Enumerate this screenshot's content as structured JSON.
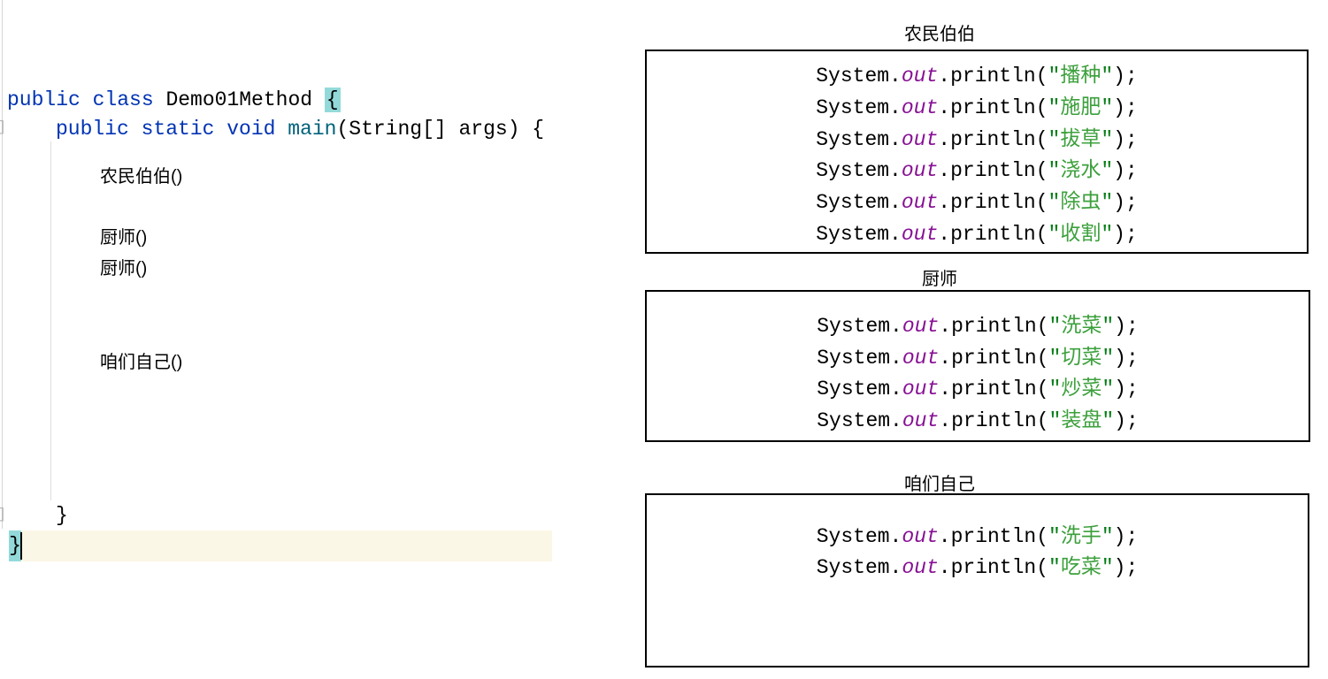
{
  "colors": {
    "keyword": "#0033b3",
    "method_decl": "#00627a",
    "static_field": "#871094",
    "string": "#067d17",
    "string_cjk": "#3ca03c",
    "plain": "#000000",
    "brace_match_bg": "#93d9d9",
    "caret_row_bg": "#fbf7e6",
    "box_border": "#000000"
  },
  "editor": {
    "fold_marker_glyph": "]",
    "lines": [
      {
        "tokens": [
          {
            "t": "public class ",
            "c": "kw"
          },
          {
            "t": "Demo01Method ",
            "c": "plain"
          },
          {
            "t": "{",
            "c": "plain brace-hl"
          }
        ]
      },
      {
        "tokens": [
          {
            "t": "public static void ",
            "c": "kw"
          },
          {
            "t": "main",
            "c": "method"
          },
          {
            "t": "(String[] args) {",
            "c": "plain"
          }
        ]
      },
      {
        "tokens": [
          {
            "t": "农民伯伯()",
            "c": "plain"
          }
        ]
      },
      {
        "tokens": [
          {
            "t": "厨师()",
            "c": "plain"
          }
        ]
      },
      {
        "tokens": [
          {
            "t": "厨师()",
            "c": "plain"
          }
        ]
      },
      {
        "tokens": [
          {
            "t": "咱们自己()",
            "c": "plain"
          }
        ]
      },
      {
        "tokens": [
          {
            "t": "}",
            "c": "plain"
          }
        ]
      }
    ],
    "caret_line": {
      "brace": "}"
    }
  },
  "statement_template": {
    "pre": [
      {
        "t": "System.",
        "c": "plain"
      },
      {
        "t": "out",
        "c": "field"
      },
      {
        "t": ".println(",
        "c": "plain"
      },
      {
        "t": "\"",
        "c": "str"
      }
    ],
    "post": [
      {
        "t": "\"",
        "c": "str"
      },
      {
        "t": ");",
        "c": "plain"
      }
    ],
    "arg_class": "strcjk"
  },
  "panels": [
    {
      "title": "农民伯伯",
      "statements": [
        "播种",
        "施肥",
        "拔草",
        "浇水",
        "除虫",
        "收割"
      ]
    },
    {
      "title": "厨师",
      "statements": [
        "洗菜",
        "切菜",
        "炒菜",
        "装盘"
      ]
    },
    {
      "title": "咱们自己",
      "statements": [
        "洗手",
        "吃菜"
      ]
    }
  ]
}
